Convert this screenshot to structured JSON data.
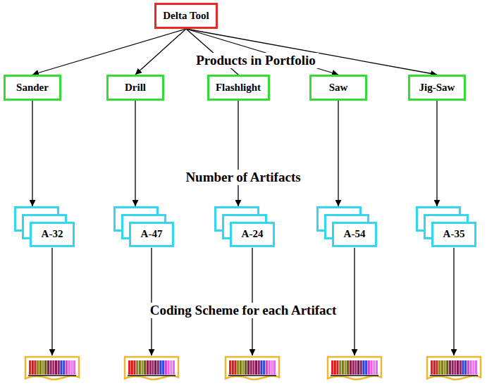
{
  "diagram": {
    "nodes": [
      {
        "text": [
          "Delta Tool"
        ]
      },
      {
        "text": [
          "Sander"
        ]
      },
      {
        "text": [
          "Drill"
        ]
      },
      {
        "text": [
          "Flashlight"
        ]
      },
      {
        "text": [
          "Saw"
        ]
      },
      {
        "text": [
          "Jig-Saw"
        ]
      },
      {
        "text": [
          "A-32"
        ]
      },
      {
        "text": [
          "A-47"
        ]
      },
      {
        "text": [
          "A-24"
        ]
      },
      {
        "text": [
          "A-54"
        ]
      },
      {
        "text": [
          "A-35"
        ]
      }
    ],
    "edges": [
      {
        "from": 0,
        "to": 1,
        "arrow": "to"
      },
      {
        "from": 0,
        "to": 2,
        "arrow": "to"
      },
      {
        "from": 0,
        "to": 3,
        "arrow": "none"
      },
      {
        "from": 0,
        "to": 4,
        "arrow": "to"
      },
      {
        "from": 0,
        "to": 5,
        "arrow": "to"
      },
      {
        "from": 1,
        "to": 6,
        "arrow": "to"
      },
      {
        "from": 2,
        "to": 7,
        "arrow": "to"
      },
      {
        "from": 3,
        "to": 8,
        "arrow": "to"
      },
      {
        "from": 4,
        "to": 9,
        "arrow": "to"
      },
      {
        "from": 5,
        "to": 10,
        "arrow": "to"
      }
    ],
    "labels": [
      "Products in Portfolio",
      "Number of Artifacts",
      "Coding Scheme for each Artifact"
    ]
  }
}
